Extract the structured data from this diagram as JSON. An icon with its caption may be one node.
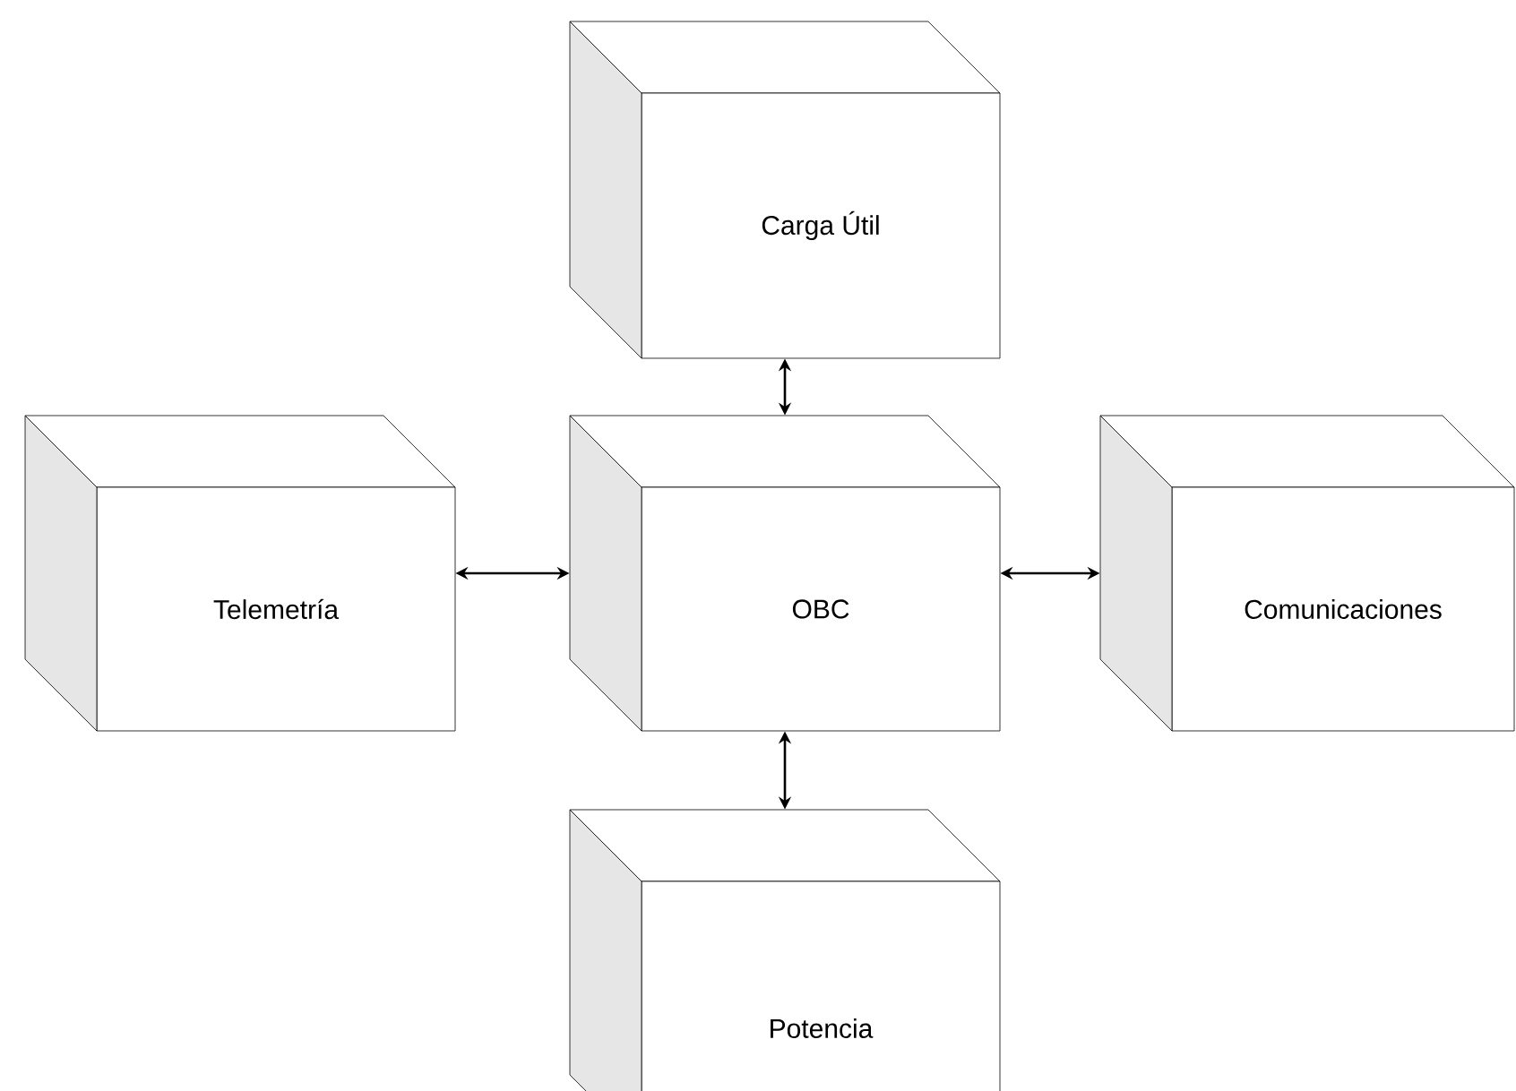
{
  "diagram": {
    "nodes": [
      {
        "text": [
          "Carga Útil"
        ]
      },
      {
        "text": [
          "OBC"
        ]
      },
      {
        "text": [
          "Telemetría"
        ]
      },
      {
        "text": [
          "Comunicaciones"
        ]
      },
      {
        "text": [
          "Potencia"
        ]
      }
    ],
    "edges": [
      {
        "from": 0,
        "to": 1,
        "arrow": "both"
      },
      {
        "from": 2,
        "to": 1,
        "arrow": "both"
      },
      {
        "from": 1,
        "to": 3,
        "arrow": "both"
      },
      {
        "from": 1,
        "to": 4,
        "arrow": "both"
      }
    ]
  }
}
